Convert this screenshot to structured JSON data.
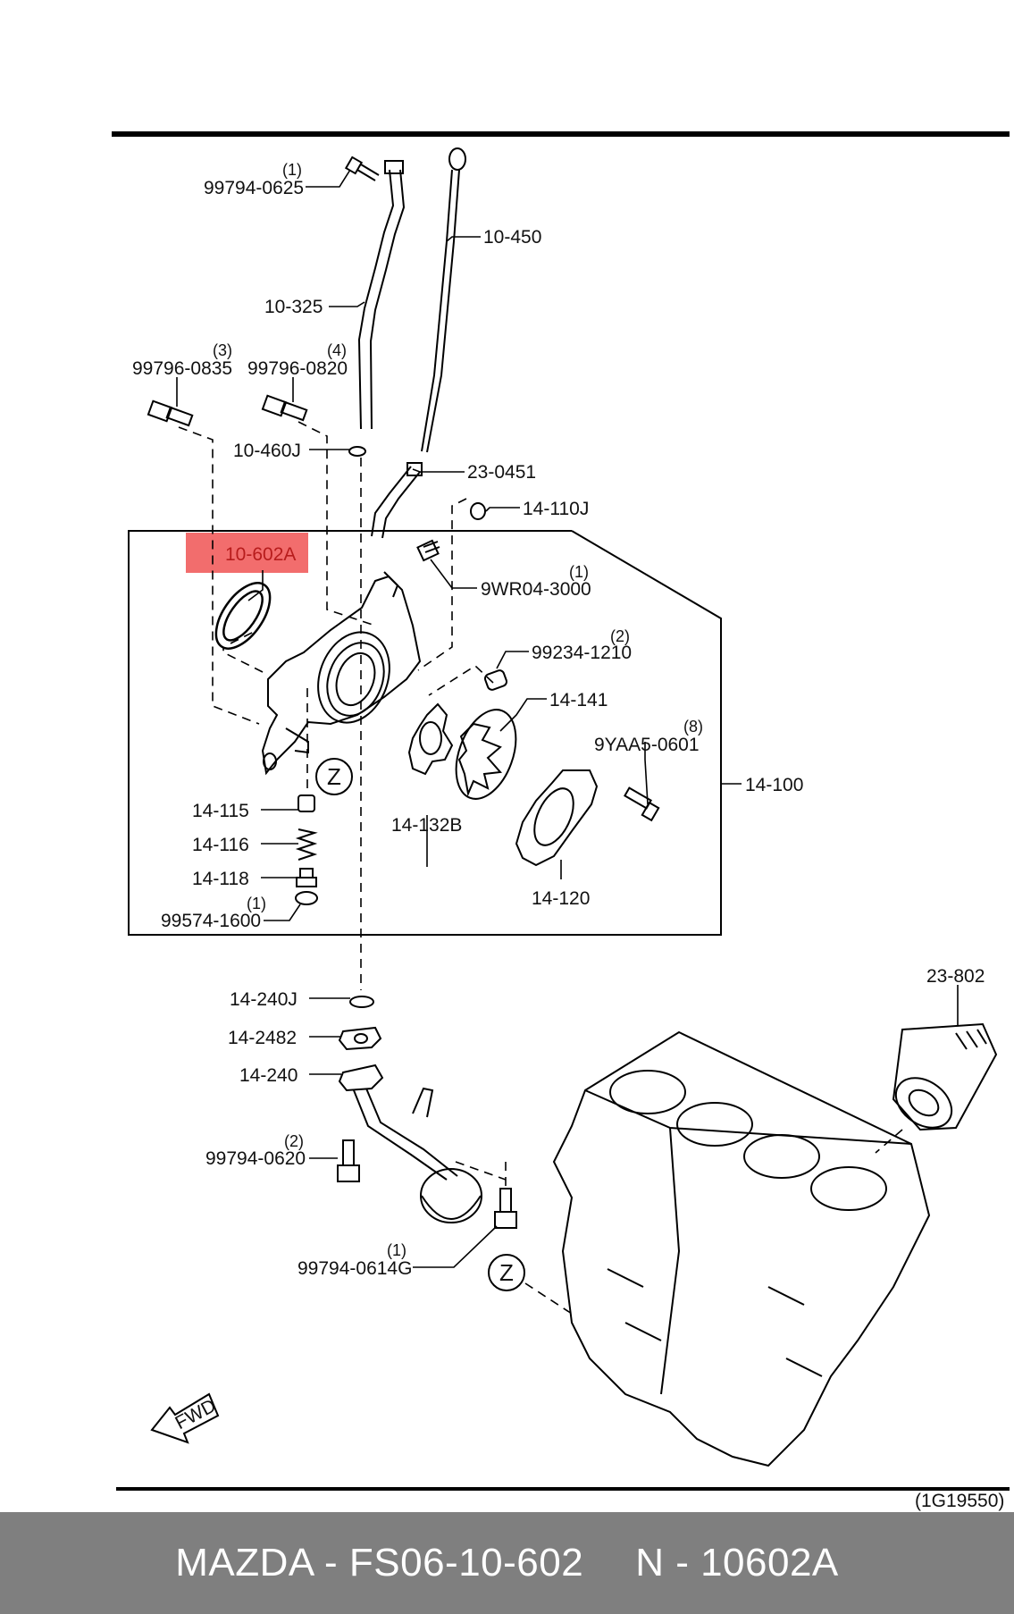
{
  "diagram": {
    "ref_code": "(1G19550)",
    "fwd_label": "FWD",
    "zone_mark": "Z",
    "highlight_color": "#f26d6d",
    "parts": {
      "p99794_0625": "99794-0625",
      "q99794_0625": "(1)",
      "p10_450": "10-450",
      "p10_325": "10-325",
      "p99796_0835": "99796-0835",
      "q99796_0835": "(3)",
      "p99796_0820": "99796-0820",
      "q99796_0820": "(4)",
      "p10_460j": "10-460J",
      "p23_0451": "23-0451",
      "p14_110j": "14-110J",
      "p10_602a": "10-602A",
      "p9wr04_3000": "9WR04-3000",
      "q9wr04_3000": "(1)",
      "p99234_1210": "99234-1210",
      "q99234_1210": "(2)",
      "p14_141": "14-141",
      "p9yaa5_0601": "9YAA5-0601",
      "q9yaa5_0601": "(8)",
      "p14_100": "14-100",
      "p14_115": "14-115",
      "p14_116": "14-116",
      "p14_118": "14-118",
      "p14_132b": "14-132B",
      "p14_120": "14-120",
      "p99574_1600": "99574-1600",
      "q99574_1600": "(1)",
      "p14_240j": "14-240J",
      "p14_2482": "14-2482",
      "p14_240": "14-240",
      "p23_802": "23-802",
      "p99794_0620": "99794-0620",
      "q99794_0620": "(2)",
      "p99794_0614g": "99794-0614G",
      "q99794_0614g": "(1)"
    }
  },
  "footer": {
    "left": "MAZDA - FS06-10-602",
    "right": "N - 10602A"
  }
}
